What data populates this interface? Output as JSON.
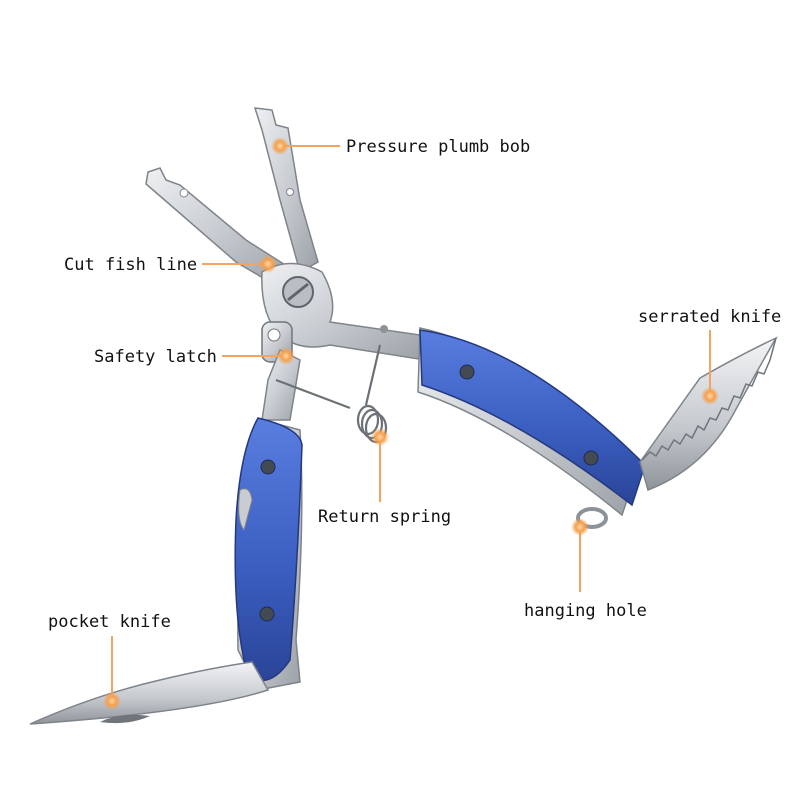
{
  "colors": {
    "background": "#ffffff",
    "leader_line": "#f4a460",
    "marker": "#f6a04c",
    "handle_blue": "#3f62c4",
    "handle_dark": "#2a4598",
    "steel": "#cfd3d8",
    "steel_dark": "#8c9298",
    "label_text": "#111111"
  },
  "callouts": [
    {
      "id": "pressure-plumb-bob",
      "label": "Pressure plumb bob"
    },
    {
      "id": "cut-fish-line",
      "label": "Cut fish line"
    },
    {
      "id": "safety-latch",
      "label": "Safety latch"
    },
    {
      "id": "serrated-knife",
      "label": "serrated knife"
    },
    {
      "id": "return-spring",
      "label": "Return spring"
    },
    {
      "id": "hanging-hole",
      "label": "hanging hole"
    },
    {
      "id": "pocket-knife",
      "label": "pocket knife"
    }
  ]
}
